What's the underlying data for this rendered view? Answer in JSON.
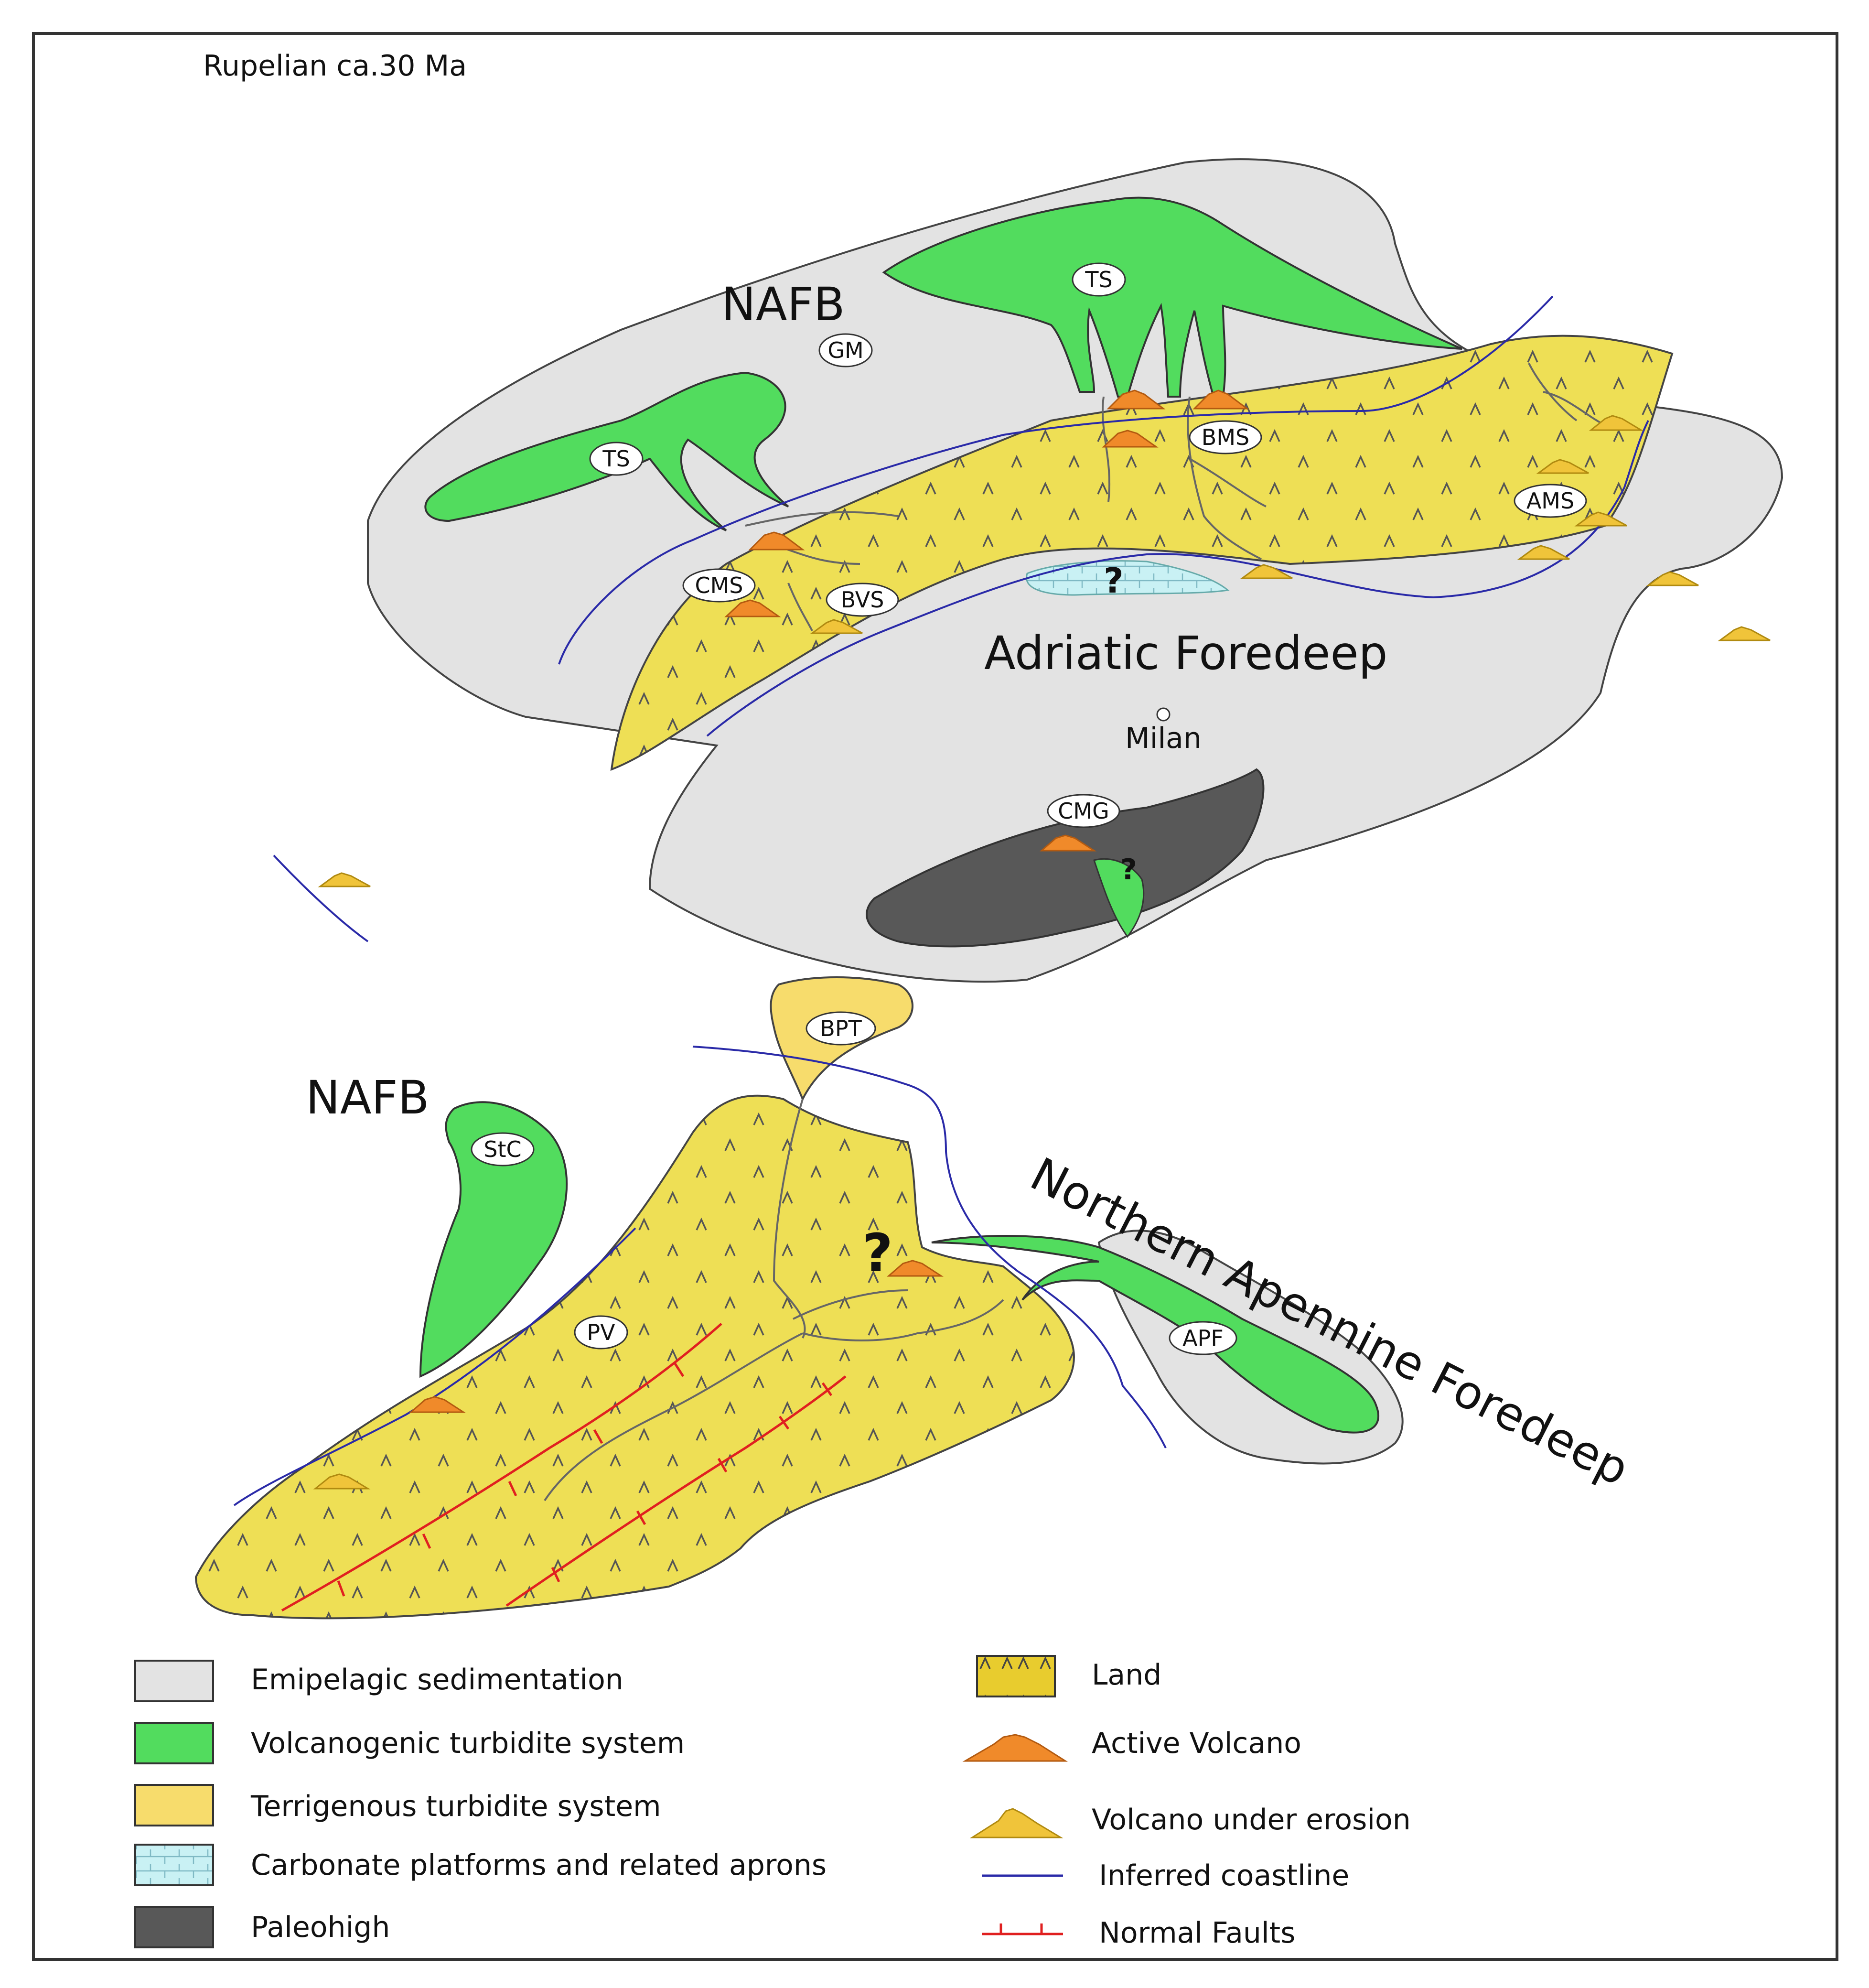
{
  "title": "Rupelian ca.30 Ma",
  "regions": {
    "nafb_north": "NAFB",
    "nafb_south": "NAFB",
    "adriatic": "Adriatic Foredeep",
    "apennine": "Northern Apennine Foredeep",
    "milan": "Milan"
  },
  "tags": {
    "ts_east": "TS",
    "ts_west": "TS",
    "gm": "GM",
    "bms": "BMS",
    "ams": "AMS",
    "cms": "CMS",
    "bvs": "BVS",
    "cmg": "CMG",
    "bpt": "BPT",
    "stc": "StC",
    "pv": "PV",
    "apf": "APF"
  },
  "uncertain_marks": [
    "?",
    "?",
    "?"
  ],
  "legend": {
    "left": [
      {
        "key": "emipelagic",
        "label": "Emipelagic sedimentation",
        "color": "#e3e3e3"
      },
      {
        "key": "volcanogenic",
        "label": "Volcanogenic turbidite system",
        "color": "#52dc5e"
      },
      {
        "key": "terrigenous",
        "label": "Terrigenous turbidite system",
        "color": "#f7dc6c"
      },
      {
        "key": "carbonate",
        "label": "Carbonate platforms and related aprons",
        "color": "#c9f1f4"
      },
      {
        "key": "paleohigh",
        "label": "Paleohigh",
        "color": "#585858"
      }
    ],
    "right": [
      {
        "key": "land",
        "label": "Land",
        "color": "#e8cc2e"
      },
      {
        "key": "active_volcano",
        "label": "Active Volcano",
        "color": "#f08a2a"
      },
      {
        "key": "eroded_volcano",
        "label": "Volcano under erosion",
        "color": "#f0c43a"
      },
      {
        "key": "coastline",
        "label": "Inferred coastline",
        "color": "#2a2aa8"
      },
      {
        "key": "faults",
        "label": "Normal Faults",
        "color": "#e02020"
      }
    ]
  },
  "colors": {
    "emipelagic": "#e3e3e3",
    "volcanogenic": "#52dc5e",
    "terrigenous_land": "#eedf55",
    "bpt": "#f7dc6c",
    "carbonate": "#c9f1f4",
    "paleohigh": "#585858",
    "coastline": "#2a2aa8",
    "fault": "#e02020",
    "active_volcano": "#f08a2a",
    "eroded_volcano": "#f0c43a",
    "outline": "#444444"
  }
}
